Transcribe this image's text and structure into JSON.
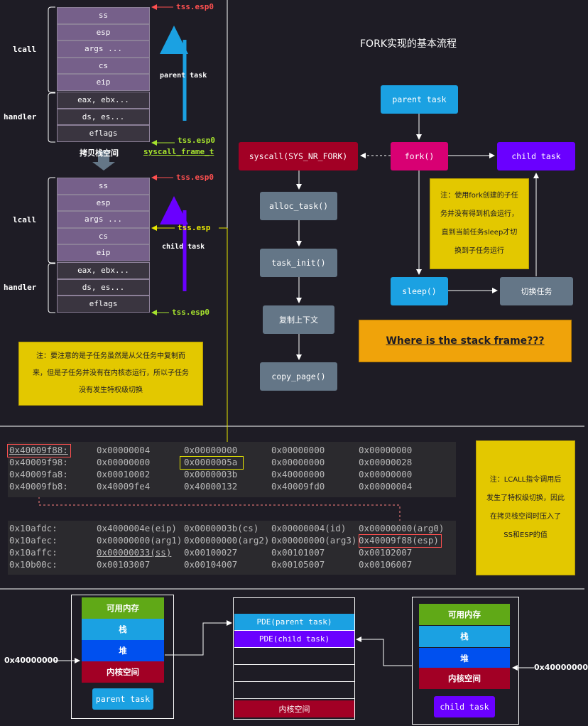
{
  "stack1": {
    "cells": [
      "ss",
      "esp",
      "args ...",
      "cs",
      "eip",
      "eax, ebx...",
      "ds, es...",
      "eflags"
    ],
    "lcall_label": "lcall",
    "handler_label": "handler",
    "tss_esp0_top": "tss.esp0",
    "tss_esp0_bottom": "tss.esp0",
    "syscall_frame": "syscall_frame_t",
    "parent_task": "parent task"
  },
  "copy_label": "拷贝栈空间",
  "stack2": {
    "cells": [
      "ss",
      "esp",
      "args ...",
      "cs",
      "eip",
      "eax, ebx...",
      "ds, es...",
      "eflags"
    ],
    "lcall_label": "lcall",
    "handler_label": "handler",
    "tss_esp0_top": "tss.esp0",
    "tss_esp": "tss.esp",
    "tss_esp0_bottom": "tss.esp0",
    "child_task": "child task"
  },
  "note_left": [
    "注：要注意的是子任务虽然是从父任务中复制而",
    "来，但是子任务并没有在内核态运行，所以子任务",
    "没有发生特权级切换"
  ],
  "flow": {
    "title": "FORK实现的基本流程",
    "parent_task": "parent task",
    "fork": "fork()",
    "child_task": "child task",
    "syscall": "syscall(SYS_NR_FORK)",
    "alloc_task": "alloc_task()",
    "task_init": "task_init()",
    "copy_ctx": "复制上下文",
    "copy_page": "copy_page()",
    "sleep": "sleep()",
    "switch_task": "切换任务",
    "note": [
      "注：使用fork创建的子任",
      "务并没有得到机会运行，",
      "直到当前任务sleep才切",
      "换到子任务运行"
    ],
    "question": "Where is the stack frame???"
  },
  "mem1": {
    "rows": [
      [
        "0x40009f88:",
        "0x00000004",
        "0x00000000",
        "0x00000000",
        "0x00000000"
      ],
      [
        "0x40009f98:",
        "0x00000000",
        "0x0000005a",
        "0x00000000",
        "0x00000028"
      ],
      [
        "0x40009fa8:",
        "0x00010002",
        "0x0000003b",
        "0x40000000",
        "0x00000000"
      ],
      [
        "0x40009fb8:",
        "0x40009fe4",
        "0x40000132",
        "0x40009fd0",
        "0x00000004"
      ]
    ]
  },
  "mem2": {
    "rows": [
      [
        "0x10afdc:",
        "0x4000004e(eip)",
        "0x0000003b(cs)",
        "0x00000004(id)",
        "0x00000000(arg0)"
      ],
      [
        "0x10afec:",
        "0x00000000(arg1)",
        "0x00000000(arg2)",
        "0x00000000(arg3)",
        "0x40009f88(esp)"
      ],
      [
        "0x10affc:",
        "0x00000033(ss)",
        "0x00100027",
        "0x00101007",
        "0x00102007"
      ],
      [
        "0x10b00c:",
        "0x00103007",
        "0x00104007",
        "0x00105007",
        "0x00106007"
      ]
    ]
  },
  "note_right": [
    "注：LCALL指令调用后",
    "发生了特权级切换，因此",
    "在拷贝栈空间时压入了",
    "SS和ESP的值"
  ],
  "addr_left": "0x40000000",
  "addr_right": "0x40000000",
  "parent_space": {
    "layers": [
      "可用内存",
      "栈",
      "堆",
      "内核空间"
    ],
    "label": "parent task"
  },
  "child_space": {
    "layers": [
      "可用内存",
      "栈",
      "堆",
      "内核空间"
    ],
    "label": "child task"
  },
  "page_dir": {
    "pde_parent": "PDE(parent task)",
    "pde_child": "PDE(child task)",
    "kernel": "内核空间"
  },
  "colors": {
    "stack_light": "#76608a",
    "stack_dark": "#3a3540",
    "blue": "#1ba1e2",
    "pink": "#d80073",
    "violet": "#6a00ff",
    "darkred": "#a20025",
    "slate": "#647687",
    "yellow": "#e3c800",
    "orange": "#f0a30a",
    "green": "#60a917",
    "cobalt": "#0050ef"
  }
}
